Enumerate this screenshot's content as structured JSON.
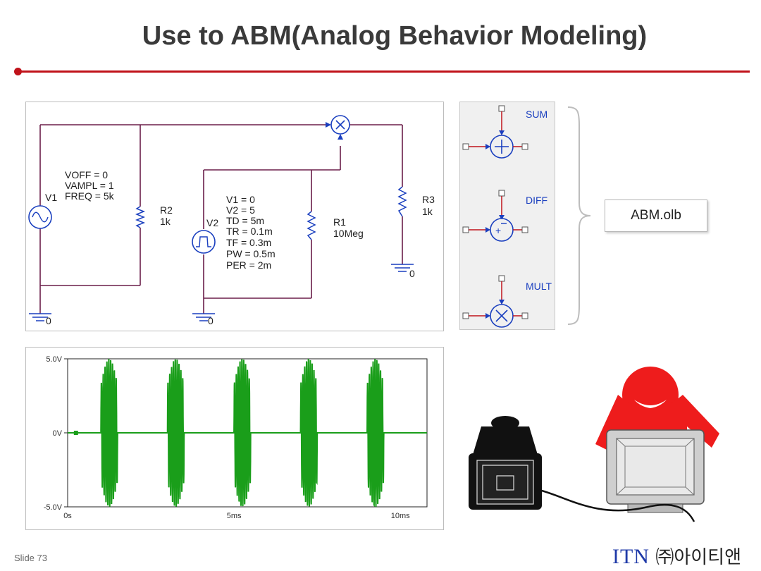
{
  "title": "Use to ABM(Analog Behavior Modeling)",
  "schematic": {
    "v1_params": [
      "VOFF = 0",
      "VAMPL = 1",
      "FREQ = 5k"
    ],
    "v1_name": "V1",
    "r2_name": "R2",
    "r2_value": "1k",
    "v2_name": "V2",
    "v2_params": [
      "V1 = 0",
      "V2 = 5",
      "TD = 5m",
      "TR = 0.1m",
      "TF = 0.3m",
      "PW = 0.5m",
      "PER = 2m"
    ],
    "r1_name": "R1",
    "r1_value": "10Meg",
    "r3_name": "R3",
    "r3_value": "1k",
    "ground_label": "0"
  },
  "library": {
    "items": [
      "SUM",
      "DIFF",
      "MULT"
    ],
    "label": "ABM.olb"
  },
  "chart_data": {
    "type": "line",
    "title": "",
    "xlabel": "",
    "ylabel": "",
    "x_ticks": [
      "0s",
      "5ms",
      "10ms"
    ],
    "y_ticks": [
      "5.0V",
      "0V",
      "-5.0V"
    ],
    "xlim": [
      0,
      10.8
    ],
    "ylim": [
      -5,
      5
    ],
    "grid": false,
    "series": [
      {
        "color": "#1a9e1a",
        "description_burst_period_ms": 2,
        "burst_width_ms": 0.5,
        "burst_starts_ms": [
          1,
          3,
          5,
          7,
          9
        ],
        "amplitude_v": 5,
        "inner_frequency_khz": 5
      }
    ]
  },
  "footer": {
    "slide": "Slide 73",
    "logo_en": "ITN",
    "logo_kr": "㈜아이티앤"
  }
}
